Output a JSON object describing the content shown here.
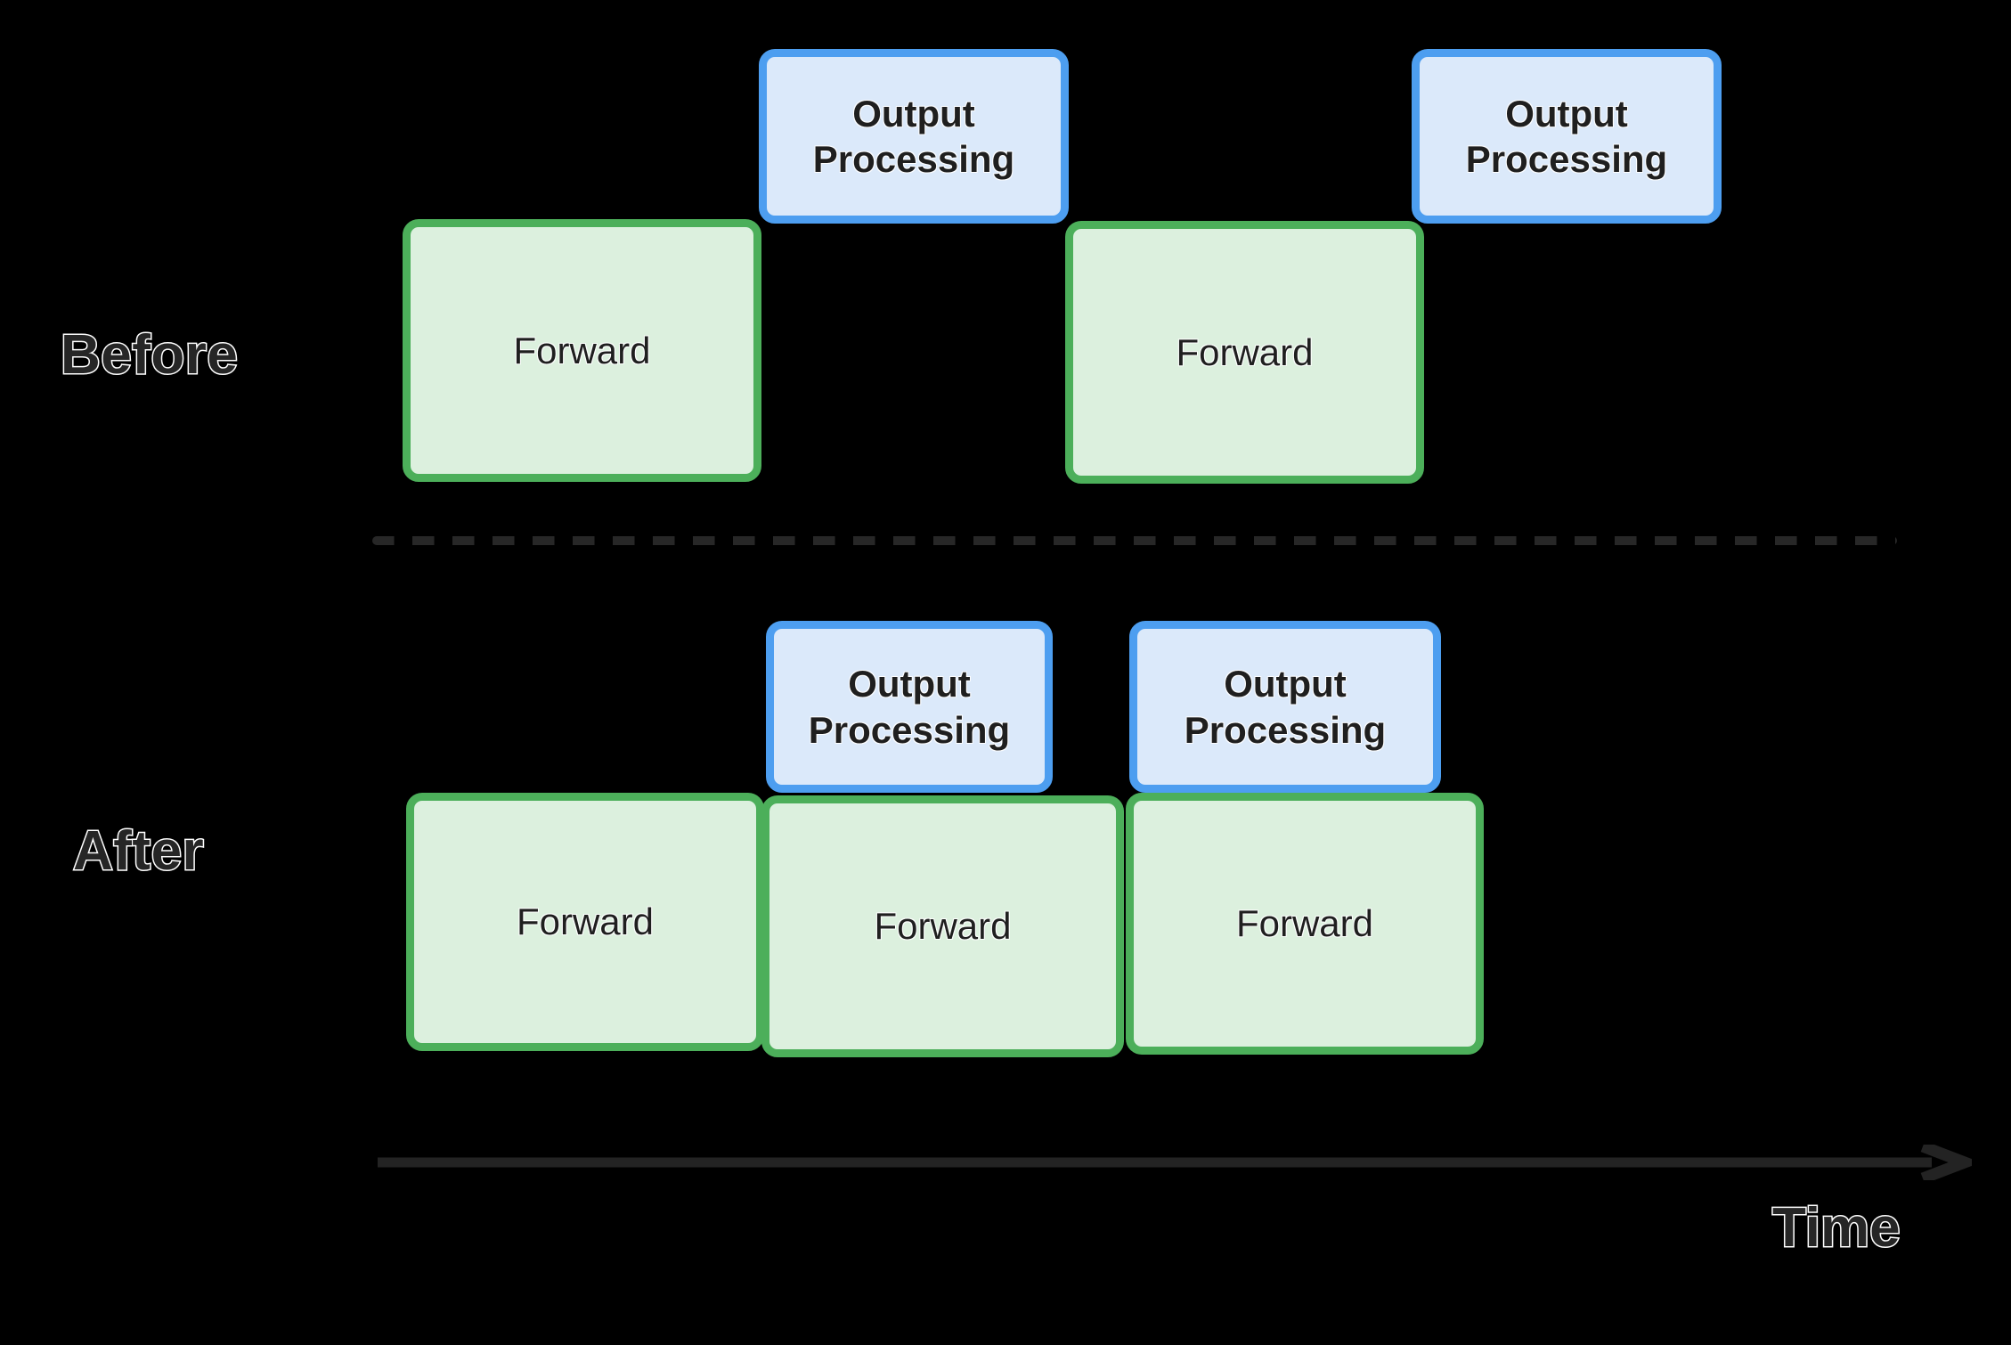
{
  "diagram": {
    "title": "Before / After output-processing overlap timeline",
    "background_color": "#000000",
    "axis": {
      "label": "Time",
      "arrow_color": "#232323",
      "direction": "left-to-right"
    },
    "divider": {
      "style": "dashed",
      "color": "#272727"
    },
    "legend_colors": {
      "forward_fill": "#dcf0de",
      "forward_border": "#4caf5a",
      "output_fill": "#dbe9fa",
      "output_border": "#4d9ef0",
      "text": "#1f1f1f",
      "label_text": "#262626",
      "label_outline": "#ffffff"
    }
  },
  "rows": [
    {
      "label": "Before",
      "nodes": [
        {
          "type": "forward",
          "label": "Forward"
        },
        {
          "type": "output",
          "label": "Output\nProcessing"
        },
        {
          "type": "forward",
          "label": "Forward"
        },
        {
          "type": "output",
          "label": "Output\nProcessing"
        }
      ]
    },
    {
      "label": "After",
      "nodes": [
        {
          "type": "forward",
          "label": "Forward"
        },
        {
          "type": "output",
          "label": "Output\nProcessing"
        },
        {
          "type": "forward",
          "label": "Forward"
        },
        {
          "type": "output",
          "label": "Output\nProcessing"
        },
        {
          "type": "forward",
          "label": "Forward"
        }
      ]
    }
  ],
  "before": {
    "forward_1": "Forward",
    "forward_2": "Forward",
    "output_1": "Output\nProcessing",
    "output_2": "Output\nProcessing"
  },
  "after": {
    "forward_1": "Forward",
    "forward_2": "Forward",
    "forward_3": "Forward",
    "output_1": "Output\nProcessing",
    "output_2": "Output\nProcessing"
  },
  "labels": {
    "before": "Before",
    "after": "After",
    "time": "Time"
  }
}
